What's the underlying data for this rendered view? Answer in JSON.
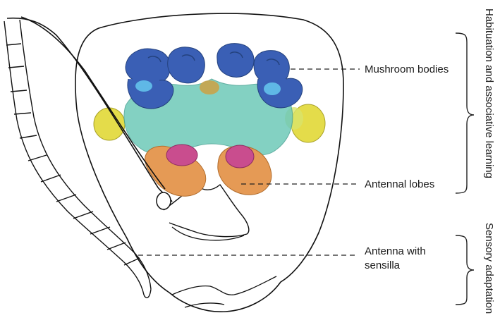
{
  "labels": {
    "mushroom_bodies": "Mushroom bodies",
    "antennal_lobes": "Antennal lobes",
    "antenna_line1": "Antenna with",
    "antenna_line2": "sensilla"
  },
  "brackets": {
    "upper": "Habituation and associative learning",
    "lower": "Sensory adaptation"
  },
  "colors": {
    "mushroom_bodies": "#3a5fb5",
    "calyx_inner": "#5fb8e6",
    "central_brain": "#6ec9b8",
    "optic_lobes": "#e4dc4a",
    "antennal_lobes": "#e59a55",
    "glomeruli": "#c94d8e",
    "central_complex": "#c9a34a",
    "outline": "#111111"
  }
}
